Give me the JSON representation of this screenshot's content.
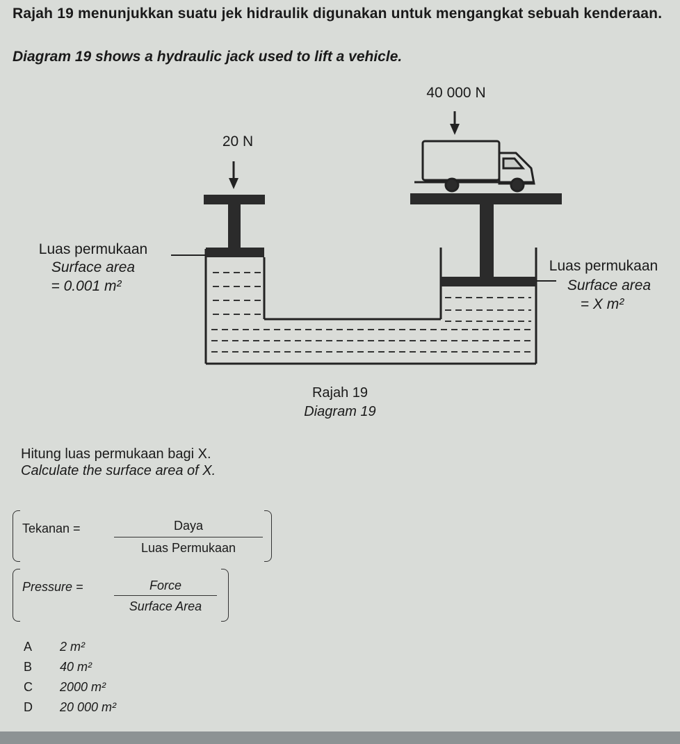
{
  "question": {
    "malay": "Rajah 19 menunjukkan suatu jek hidraulik digunakan untuk mengangkat sebuah kenderaan.",
    "english": "Diagram 19 shows a hydraulic jack used to lift a vehicle."
  },
  "diagram": {
    "small_force": "20 N",
    "large_force": "40 000 N",
    "small_piston": {
      "label_ms": "Luas permukaan",
      "label_en": "Surface area",
      "value": "= 0.001 m²"
    },
    "large_piston": {
      "label_ms": "Luas permukaan",
      "label_en": "Surface area",
      "value": "= X m²"
    },
    "caption_ms": "Rajah 19",
    "caption_en": "Diagram 19"
  },
  "task": {
    "malay": "Hitung luas permukaan bagi X.",
    "english": "Calculate the surface area of X."
  },
  "formula_ms": {
    "lhs": "Tekanan =",
    "numerator": "Daya",
    "denominator": "Luas Permukaan"
  },
  "formula_en": {
    "lhs": "Pressure =",
    "numerator": "Force",
    "denominator": "Surface Area"
  },
  "options": [
    {
      "letter": "A",
      "text": "2 m²"
    },
    {
      "letter": "B",
      "text": "40 m²"
    },
    {
      "letter": "C",
      "text": "2000 m²"
    },
    {
      "letter": "D",
      "text": "20 000 m²"
    }
  ]
}
